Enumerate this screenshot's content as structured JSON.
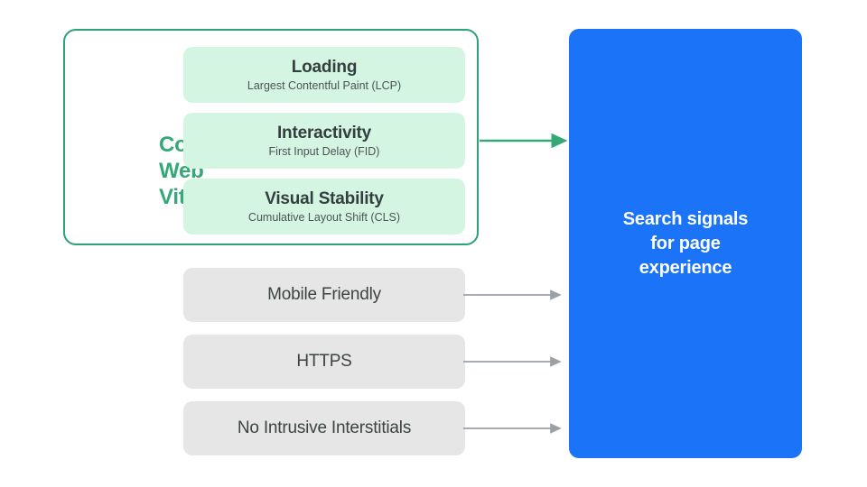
{
  "diagram": {
    "title_group": {
      "label_lines": [
        "Core",
        "Web",
        "Vitals"
      ],
      "accent_color": "#34A877",
      "border_color": "#2BA27A"
    },
    "metrics": [
      {
        "title": "Loading",
        "subtitle": "Largest Contentful Paint (LCP)",
        "bg_color": "#D5F5E3"
      },
      {
        "title": "Interactivity",
        "subtitle": "First Input Delay (FID)",
        "bg_color": "#D5F5E3"
      },
      {
        "title": "Visual Stability",
        "subtitle": "Cumulative Layout Shift (CLS)",
        "bg_color": "#D5F5E3"
      }
    ],
    "signals": [
      {
        "label": "Mobile Friendly",
        "bg_color": "#E6E6E6"
      },
      {
        "label": "HTTPS",
        "bg_color": "#E6E6E6"
      },
      {
        "label": "No Intrusive Interstitials",
        "bg_color": "#E6E6E6"
      }
    ],
    "result": {
      "text": "Search signals\nfor page\nexperience",
      "bg_color": "#1B74F8",
      "text_color": "#FFFFFF"
    },
    "arrows": {
      "green_color": "#34A877",
      "gray_color": "#9AA0A6"
    }
  }
}
